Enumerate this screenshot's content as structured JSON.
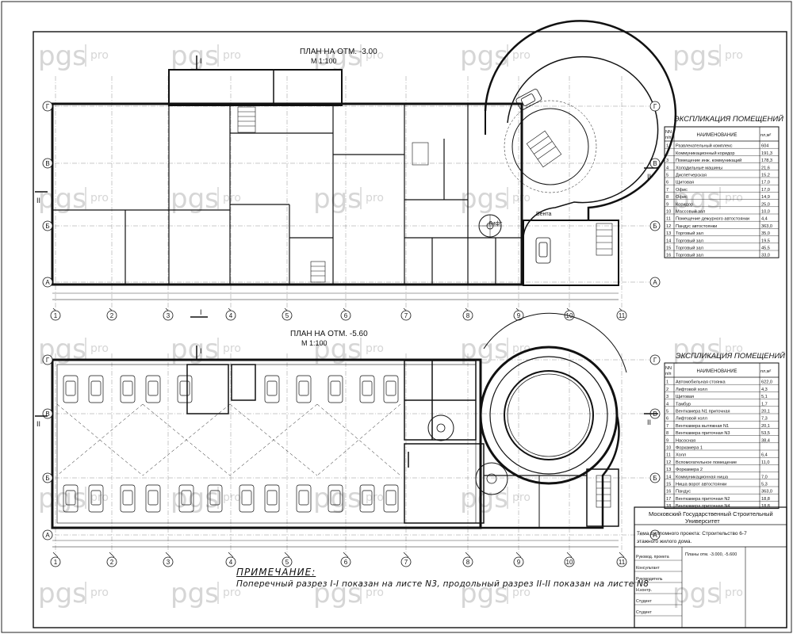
{
  "watermark": {
    "brand": "pgs",
    "suffix": "pro"
  },
  "plan_upper": {
    "title": "ПЛАН НА ОТМ. -3.00",
    "scale": "М 1:100",
    "axes_letters": [
      "Г",
      "В",
      "Б",
      "А"
    ],
    "axes_numbers": [
      "1",
      "2",
      "3",
      "4",
      "5",
      "6",
      "7",
      "8",
      "9",
      "10",
      "11"
    ],
    "labels": {
      "lift": "Лифт",
      "vent": "Вента"
    }
  },
  "plan_lower": {
    "title": "ПЛАН НА ОТМ. -5.60",
    "scale": "М 1:100",
    "axes_letters": [
      "Г",
      "В",
      "Б",
      "А"
    ],
    "axes_numbers": [
      "1",
      "2",
      "3",
      "4",
      "5",
      "6",
      "7",
      "8",
      "9",
      "10",
      "11"
    ]
  },
  "section_marks": {
    "cross": "I",
    "long": "II"
  },
  "explication_1": {
    "title": "ЭКСПЛИКАЦИЯ ПОМЕЩЕНИЙ",
    "col_no": "NN п/п",
    "col_name": "НАИМЕНОВАНИЕ",
    "col_area": "пл,м²",
    "rows": [
      {
        "n": "1",
        "name": "Развлекательный комплекс",
        "area": "604"
      },
      {
        "n": "2",
        "name": "Коммуникационный коридор",
        "area": "191,3"
      },
      {
        "n": "3",
        "name": "Помещение инж. коммуникаций",
        "area": "178,3"
      },
      {
        "n": "4",
        "name": "Холодильные машины",
        "area": "21,6"
      },
      {
        "n": "5",
        "name": "Диспетчерская",
        "area": "15,2"
      },
      {
        "n": "6",
        "name": "Щитовая",
        "area": "17,0"
      },
      {
        "n": "7",
        "name": "Офис",
        "area": "17,0"
      },
      {
        "n": "8",
        "name": "Офис",
        "area": "14,9"
      },
      {
        "n": "9",
        "name": "Коридор",
        "area": "25,0"
      },
      {
        "n": "10",
        "name": "Массовый зал",
        "area": "10,0"
      },
      {
        "n": "11",
        "name": "Помещение дежурного автостоянки",
        "area": "4,4"
      },
      {
        "n": "12",
        "name": "Пандус автостоянки",
        "area": "363,0"
      },
      {
        "n": "13",
        "name": "Торговый зал",
        "area": "35,0"
      },
      {
        "n": "14",
        "name": "Торговый зал",
        "area": "19,5"
      },
      {
        "n": "15",
        "name": "Торговый зал",
        "area": "45,5"
      },
      {
        "n": "16",
        "name": "Торговый зал",
        "area": "33,0"
      }
    ]
  },
  "explication_2": {
    "title": "ЭКСПЛИКАЦИЯ ПОМЕЩЕНИЙ",
    "col_no": "NN п/п",
    "col_name": "НАИМЕНОВАНИЕ",
    "col_area": "пл,м²",
    "rows": [
      {
        "n": "1",
        "name": "Автомобильная стоянка",
        "area": "622,0"
      },
      {
        "n": "2",
        "name": "Лифтовой холл",
        "area": "4,3"
      },
      {
        "n": "3",
        "name": "Щитовая",
        "area": "5,1"
      },
      {
        "n": "4",
        "name": "Тамбур",
        "area": "1,7"
      },
      {
        "n": "5",
        "name": "Венткамера N1 приточная",
        "area": "20,1"
      },
      {
        "n": "6",
        "name": "Лифтовой холл",
        "area": "7,3"
      },
      {
        "n": "7",
        "name": "Венткамера вытяжная N1",
        "area": "20,1"
      },
      {
        "n": "8",
        "name": "Венткамера приточная N3",
        "area": "53,5"
      },
      {
        "n": "9",
        "name": "Насосная",
        "area": "38,4"
      },
      {
        "n": "10",
        "name": "Форкамера 1",
        "area": ""
      },
      {
        "n": "11",
        "name": "Холл",
        "area": "6,4"
      },
      {
        "n": "12",
        "name": "Вспомогательное помещение",
        "area": "11,0"
      },
      {
        "n": "13",
        "name": "Форкамера 2",
        "area": ""
      },
      {
        "n": "14",
        "name": "Коммуникационная ниша",
        "area": "7,0"
      },
      {
        "n": "15",
        "name": "Ниша ворот автостоянки",
        "area": "5,3"
      },
      {
        "n": "16",
        "name": "Пандус",
        "area": "363,0"
      },
      {
        "n": "17",
        "name": "Венткамера приточная N2",
        "area": "18,8"
      },
      {
        "n": "18",
        "name": "Венткамера приточная N4",
        "area": "18,8"
      }
    ]
  },
  "title_block": {
    "org": "Московский Государственный Строительный Университет",
    "theme": "Тема дипломного проекта: Строительство 6-7 этажного жилого дома.",
    "stamp_roles": [
      "Руковод. проекта",
      "Консультант",
      "Руководитель",
      "Н.контр.",
      "Студент",
      "Студент"
    ],
    "sheet_caption": "Планы отм. -3.000, -5.600"
  },
  "note": {
    "heading": "ПРИМЕЧАНИЕ:",
    "text": "Поперечный разрез I-I показан на листе N3, продольный разрез II-II показан на листе N8"
  }
}
